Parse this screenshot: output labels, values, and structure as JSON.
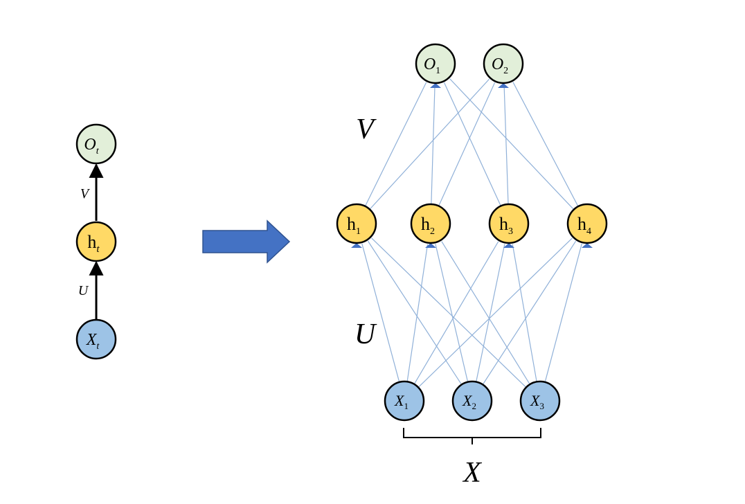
{
  "colors": {
    "output_fill": "#e2efd9",
    "hidden_fill": "#ffd966",
    "input_fill": "#9dc3e6",
    "edge": "#8fb0d8",
    "arrow": "#4472c4",
    "node_stroke": "#000000"
  },
  "left": {
    "output": {
      "base": "O",
      "sub": "t"
    },
    "hidden": {
      "base": "h",
      "sub": "t"
    },
    "input": {
      "base": "X",
      "sub": "t"
    },
    "weight_top": "V",
    "weight_bottom": "U"
  },
  "right": {
    "outputs": [
      {
        "base": "O",
        "sub": "1"
      },
      {
        "base": "O",
        "sub": "2"
      }
    ],
    "hiddens": [
      {
        "base": "h",
        "sub": "1"
      },
      {
        "base": "h",
        "sub": "2"
      },
      {
        "base": "h",
        "sub": "3"
      },
      {
        "base": "h",
        "sub": "4"
      }
    ],
    "inputs": [
      {
        "base": "X",
        "sub": "1"
      },
      {
        "base": "X",
        "sub": "2"
      },
      {
        "base": "X",
        "sub": "3"
      }
    ],
    "weight_top": "V",
    "weight_bottom": "U",
    "brace_label": "X"
  },
  "transform_arrow": "right-arrow"
}
